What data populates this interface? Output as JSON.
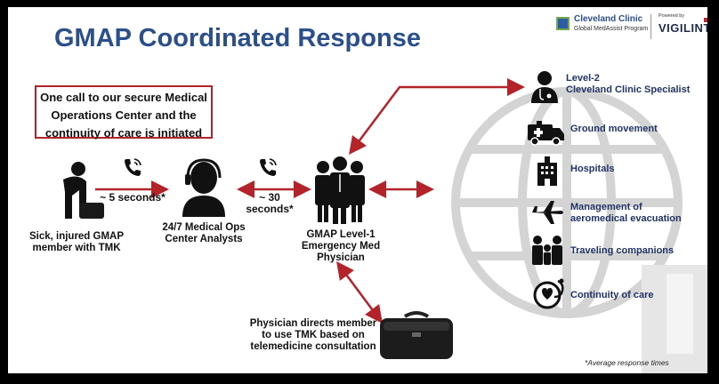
{
  "title": "GMAP Coordinated Response",
  "logo": {
    "cleveland_name": "Cleveland Clinic",
    "cleveland_sub": "Global MedAssist Program",
    "powered_by": "Powered by",
    "vigilint": "VIGILINT"
  },
  "callout": "One call to our secure Medical Operations Center and the continuity of care is initiated",
  "nodes": {
    "member": "Sick, injured GMAP member with TMK",
    "analysts": "24/7 Medical Ops Center Analysts",
    "physician": "GMAP Level-1 Emergency Med Physician",
    "tmk": "Physician directs member to use TMK based on telemedicine consultation"
  },
  "times": {
    "first": "~ 5 seconds*",
    "second": "~ 30 seconds*"
  },
  "services": [
    {
      "label_line1": "Level-2",
      "label_line2": "Cleveland Clinic Specialist",
      "icon": "doctor-icon"
    },
    {
      "label_line1": "Ground movement",
      "label_line2": "",
      "icon": "ambulance-icon"
    },
    {
      "label_line1": "Hospitals",
      "label_line2": "",
      "icon": "hospital-icon"
    },
    {
      "label_line1": "Management of",
      "label_line2": "aeromedical evacuation",
      "icon": "airplane-icon"
    },
    {
      "label_line1": "Traveling companions",
      "label_line2": "",
      "icon": "family-icon"
    },
    {
      "label_line1": "Continuity of care",
      "label_line2": "",
      "icon": "care-icon"
    }
  ],
  "footnote": "*Average response times",
  "colors": {
    "title": "#2a4f8a",
    "arrow": "#b2232a",
    "service_text": "#1e3264"
  }
}
